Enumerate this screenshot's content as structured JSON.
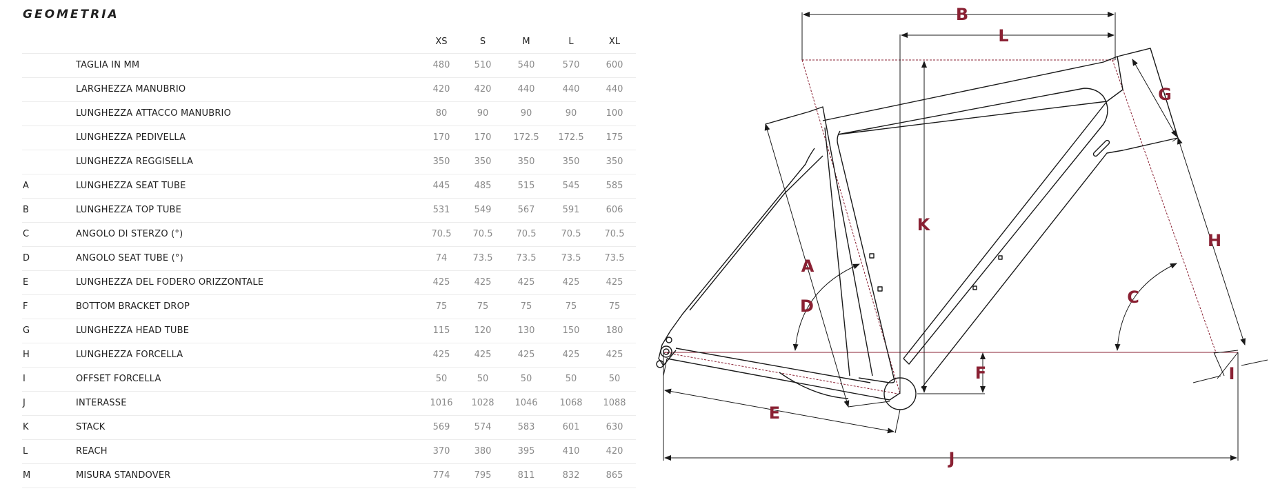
{
  "title": "GEOMETRIA",
  "sizes": [
    "XS",
    "S",
    "M",
    "L",
    "XL"
  ],
  "rows": [
    {
      "code": "",
      "label": "TAGLIA IN MM",
      "values": [
        "480",
        "510",
        "540",
        "570",
        "600"
      ]
    },
    {
      "code": "",
      "label": "LARGHEZZA MANUBRIO",
      "values": [
        "420",
        "420",
        "440",
        "440",
        "440"
      ]
    },
    {
      "code": "",
      "label": "LUNGHEZZA ATTACCO MANUBRIO",
      "values": [
        "80",
        "90",
        "90",
        "90",
        "100"
      ]
    },
    {
      "code": "",
      "label": "LUNGHEZZA PEDIVELLA",
      "values": [
        "170",
        "170",
        "172.5",
        "172.5",
        "175"
      ]
    },
    {
      "code": "",
      "label": "LUNGHEZZA REGGISELLA",
      "values": [
        "350",
        "350",
        "350",
        "350",
        "350"
      ]
    },
    {
      "code": "A",
      "label": "LUNGHEZZA SEAT TUBE",
      "values": [
        "445",
        "485",
        "515",
        "545",
        "585"
      ]
    },
    {
      "code": "B",
      "label": "LUNGHEZZA TOP TUBE",
      "values": [
        "531",
        "549",
        "567",
        "591",
        "606"
      ]
    },
    {
      "code": "C",
      "label": "ANGOLO DI STERZO (°)",
      "values": [
        "70.5",
        "70.5",
        "70.5",
        "70.5",
        "70.5"
      ]
    },
    {
      "code": "D",
      "label": "ANGOLO SEAT TUBE (°)",
      "values": [
        "74",
        "73.5",
        "73.5",
        "73.5",
        "73.5"
      ]
    },
    {
      "code": "E",
      "label": "LUNGHEZZA DEL FODERO ORIZZONTALE",
      "values": [
        "425",
        "425",
        "425",
        "425",
        "425"
      ]
    },
    {
      "code": "F",
      "label": "BOTTOM BRACKET DROP",
      "values": [
        "75",
        "75",
        "75",
        "75",
        "75"
      ]
    },
    {
      "code": "G",
      "label": "LUNGHEZZA HEAD TUBE",
      "values": [
        "115",
        "120",
        "130",
        "150",
        "180"
      ]
    },
    {
      "code": "H",
      "label": "LUNGHEZZA FORCELLA",
      "values": [
        "425",
        "425",
        "425",
        "425",
        "425"
      ]
    },
    {
      "code": "I",
      "label": "OFFSET FORCELLA",
      "values": [
        "50",
        "50",
        "50",
        "50",
        "50"
      ]
    },
    {
      "code": "J",
      "label": "INTERASSE",
      "values": [
        "1016",
        "1028",
        "1046",
        "1068",
        "1088"
      ]
    },
    {
      "code": "K",
      "label": "STACK",
      "values": [
        "569",
        "574",
        "583",
        "601",
        "630"
      ]
    },
    {
      "code": "L",
      "label": "REACH",
      "values": [
        "370",
        "380",
        "395",
        "410",
        "420"
      ]
    },
    {
      "code": "M",
      "label": "MISURA STANDOVER",
      "values": [
        "774",
        "795",
        "811",
        "832",
        "865"
      ]
    }
  ],
  "diagram": {
    "labels": {
      "A": "A",
      "B": "B",
      "C": "C",
      "D": "D",
      "E": "E",
      "F": "F",
      "G": "G",
      "H": "H",
      "I": "I",
      "J": "J",
      "K": "K",
      "L": "L"
    },
    "colors": {
      "accent": "#8a2133",
      "line": "#1a1a1a"
    }
  }
}
